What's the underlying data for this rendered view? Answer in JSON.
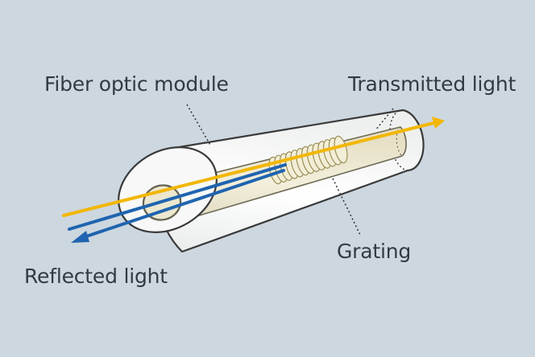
{
  "labels": {
    "fiber_module": "Fiber optic module",
    "transmitted": "Transmitted light",
    "grating": "Grating",
    "reflected": "Reflected light"
  },
  "colors": {
    "background": "#cdd7df",
    "tube_body": "#f5f6f5",
    "tube_outline": "#3a3a3a",
    "core": "#e8e2c8",
    "grating": "#c9bc86",
    "transmitted_light": "#f2b705",
    "reflected_light": "#1f64b0",
    "text": "#333a40"
  },
  "icons": {
    "transmitted_arrow": "arrow-right-icon",
    "reflected_arrow": "arrow-left-icon"
  }
}
